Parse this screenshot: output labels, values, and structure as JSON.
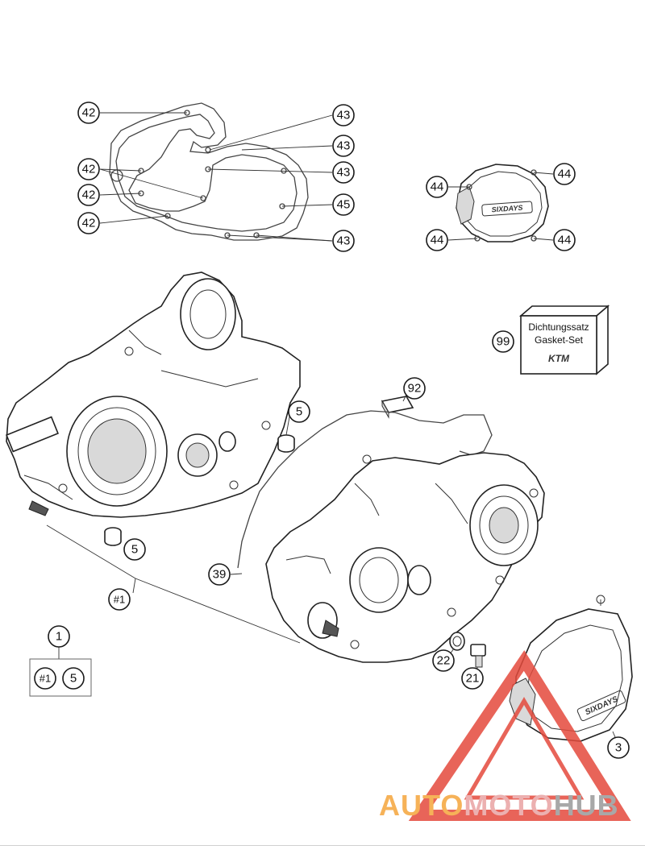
{
  "callouts": {
    "c42a": "42",
    "c42b": "42",
    "c42c": "42",
    "c42d": "42",
    "c43a": "43",
    "c43b": "43",
    "c43c": "43",
    "c43d": "43",
    "c45": "45",
    "c44a": "44",
    "c44b": "44",
    "c44c": "44",
    "c44d": "44",
    "c99": "99",
    "c92": "92",
    "c5a": "5",
    "c5b": "5",
    "c39": "39",
    "c1": "1",
    "c1_set": "#1",
    "c1_five": "5",
    "c_h1": "#1",
    "c22": "22",
    "c21": "21",
    "c3": "3"
  },
  "gasket_box": {
    "line1": "Dichtungssatz",
    "line2": "Gasket-Set",
    "brand": "KTM"
  },
  "cover_brand": "SIXDAYS",
  "watermark": {
    "part1": "AUTO",
    "part2": "MOTO",
    "part3": "HUB",
    "colors": {
      "part1": "#f5a53c",
      "part2": "#e9a3a3",
      "part3": "#9a9a9a",
      "triangle": "#e44a3d"
    }
  }
}
